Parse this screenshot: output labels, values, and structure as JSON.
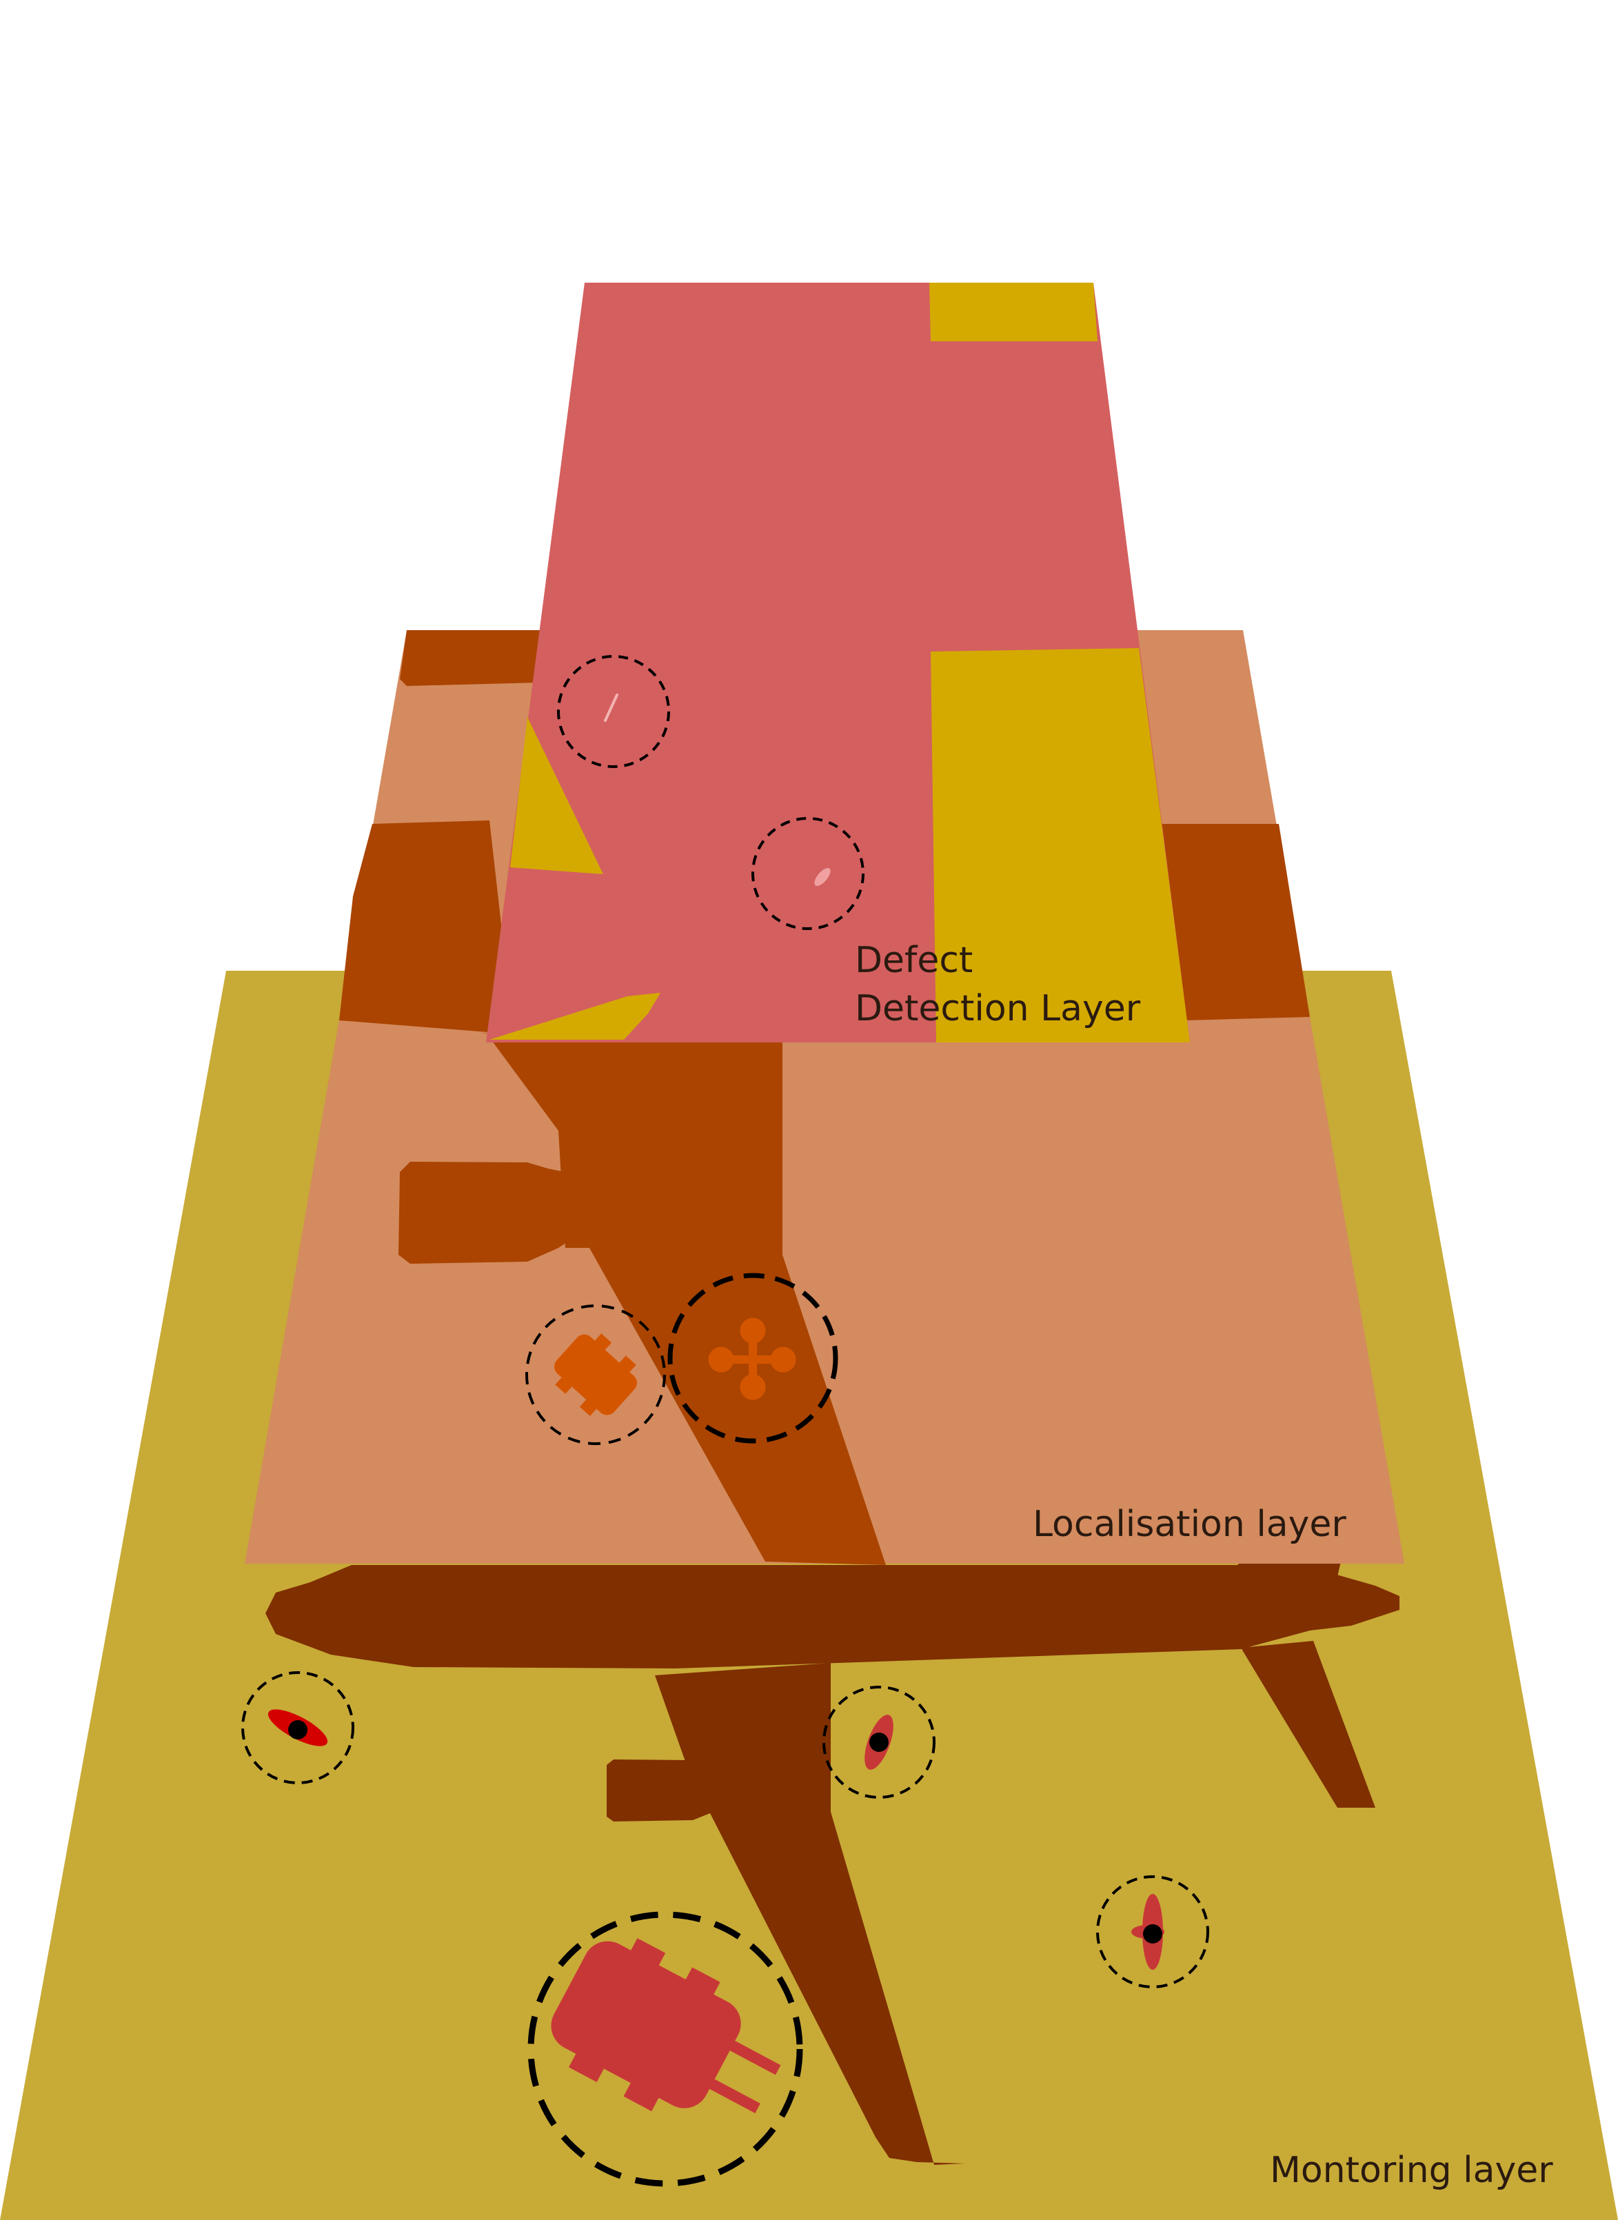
{
  "labels": {
    "defect_line1": "Defect",
    "defect_line2": "Detection Layer",
    "localisation": "Localisation layer",
    "monitoring": "Montoring layer"
  },
  "colors": {
    "monitoring_plane": "#c8aa37",
    "localisation_plane": "#d48b5f",
    "defect_plane": "#d45f5f",
    "defect_accent": "#d4aa00",
    "aircraft_shadow_dark": "#7f2f00",
    "aircraft_shadow_mid": "#aa4400",
    "ground_vehicle": "#c83737",
    "uav": "#d45500",
    "target_marker": "#d40000"
  },
  "icons": [
    "ground-robot-icon",
    "drone-icon",
    "quadcopter-icon",
    "tracked-vehicle-icon",
    "crack-icon",
    "dent-icon"
  ]
}
